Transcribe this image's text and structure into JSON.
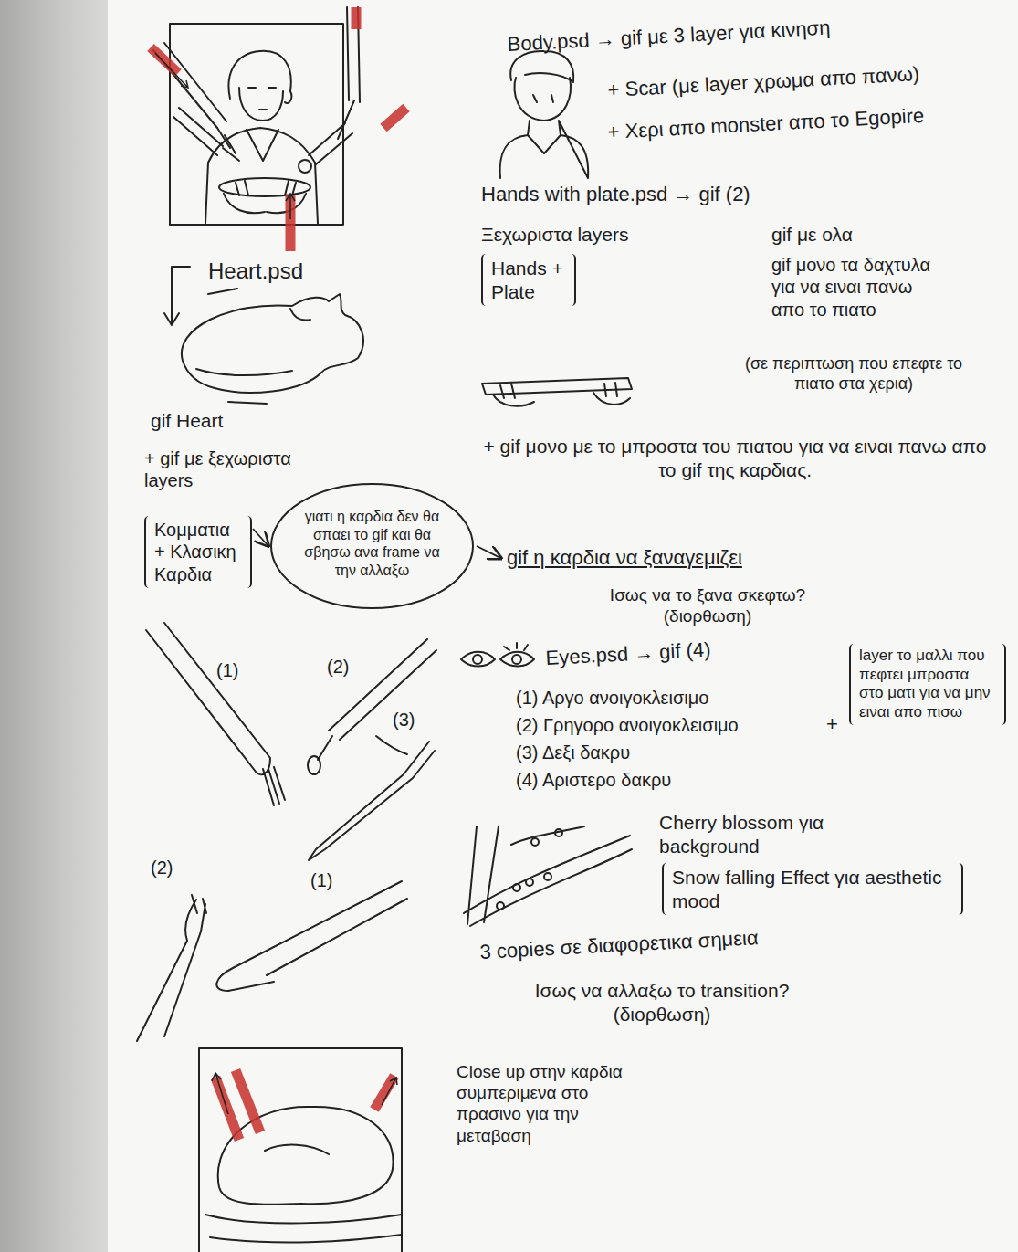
{
  "diagram": {
    "nodes": [
      {
        "text": [
          "Hands + Plate"
        ]
      },
      {
        "text": [
          "Κομματια + Κλασικη Καρδια"
        ]
      },
      {
        "text": [
          "γιατι η καρδια δεν θα σπαει το gif και θα σβησω ανα frame να την αλλαξω"
        ]
      },
      {
        "text": [
          "layer το μαλλι που πεφτει μπροστα στο ματι για να μην ειναι απο πισω"
        ]
      },
      {
        "text": [
          "Snow falling Effect για aesthetic mood"
        ]
      }
    ],
    "edges": [
      {
        "from": 1,
        "to": 2,
        "arrow": "to"
      }
    ],
    "labels": [
      "Body.psd → gif με 3 layer για κινηση",
      "+ Scar (με layer χρωμα απο πανω)",
      "+ Χερι απο monster απο το Egopire",
      "Hands with plate.psd → gif (2)",
      "Ξεχωριστα layers",
      "gif με ολα",
      "gif μονο τα δαχτυλα για να ειναι πανω απο το πιατο",
      "(σε περιπτωση που επεφτε το πιατο στα χερια)",
      "+ gif μονο με το μπροστα του πιατου για να ειναι πανω απο το gif της καρδιας.",
      "Heart.psd",
      "gif Heart",
      "+ gif με ξεχωριστα layers",
      "gif η καρδια να ξαναγεμιζει",
      "Ισως να το ξανα σκεφτω? (διορθωση)",
      "(1)",
      "(2)",
      "(3)",
      "(2)",
      "(1)",
      "Eyes.psd → gif (4)",
      "(1) Αργο ανοιγοκλεισιμο",
      "(2) Γρηγορο ανοιγοκλεισιμο",
      "+",
      "(3) Δεξι δακρυ",
      "(4) Αριστερο δακρυ",
      "Cherry blossom για background",
      "3 copies σε διαφορετικα σημεια",
      "Ισως να αλλαξω το transition? (διορθωση)",
      "Close up στην καρδια συμπεριμενα στο πρασινο για την μεταβαση"
    ]
  }
}
